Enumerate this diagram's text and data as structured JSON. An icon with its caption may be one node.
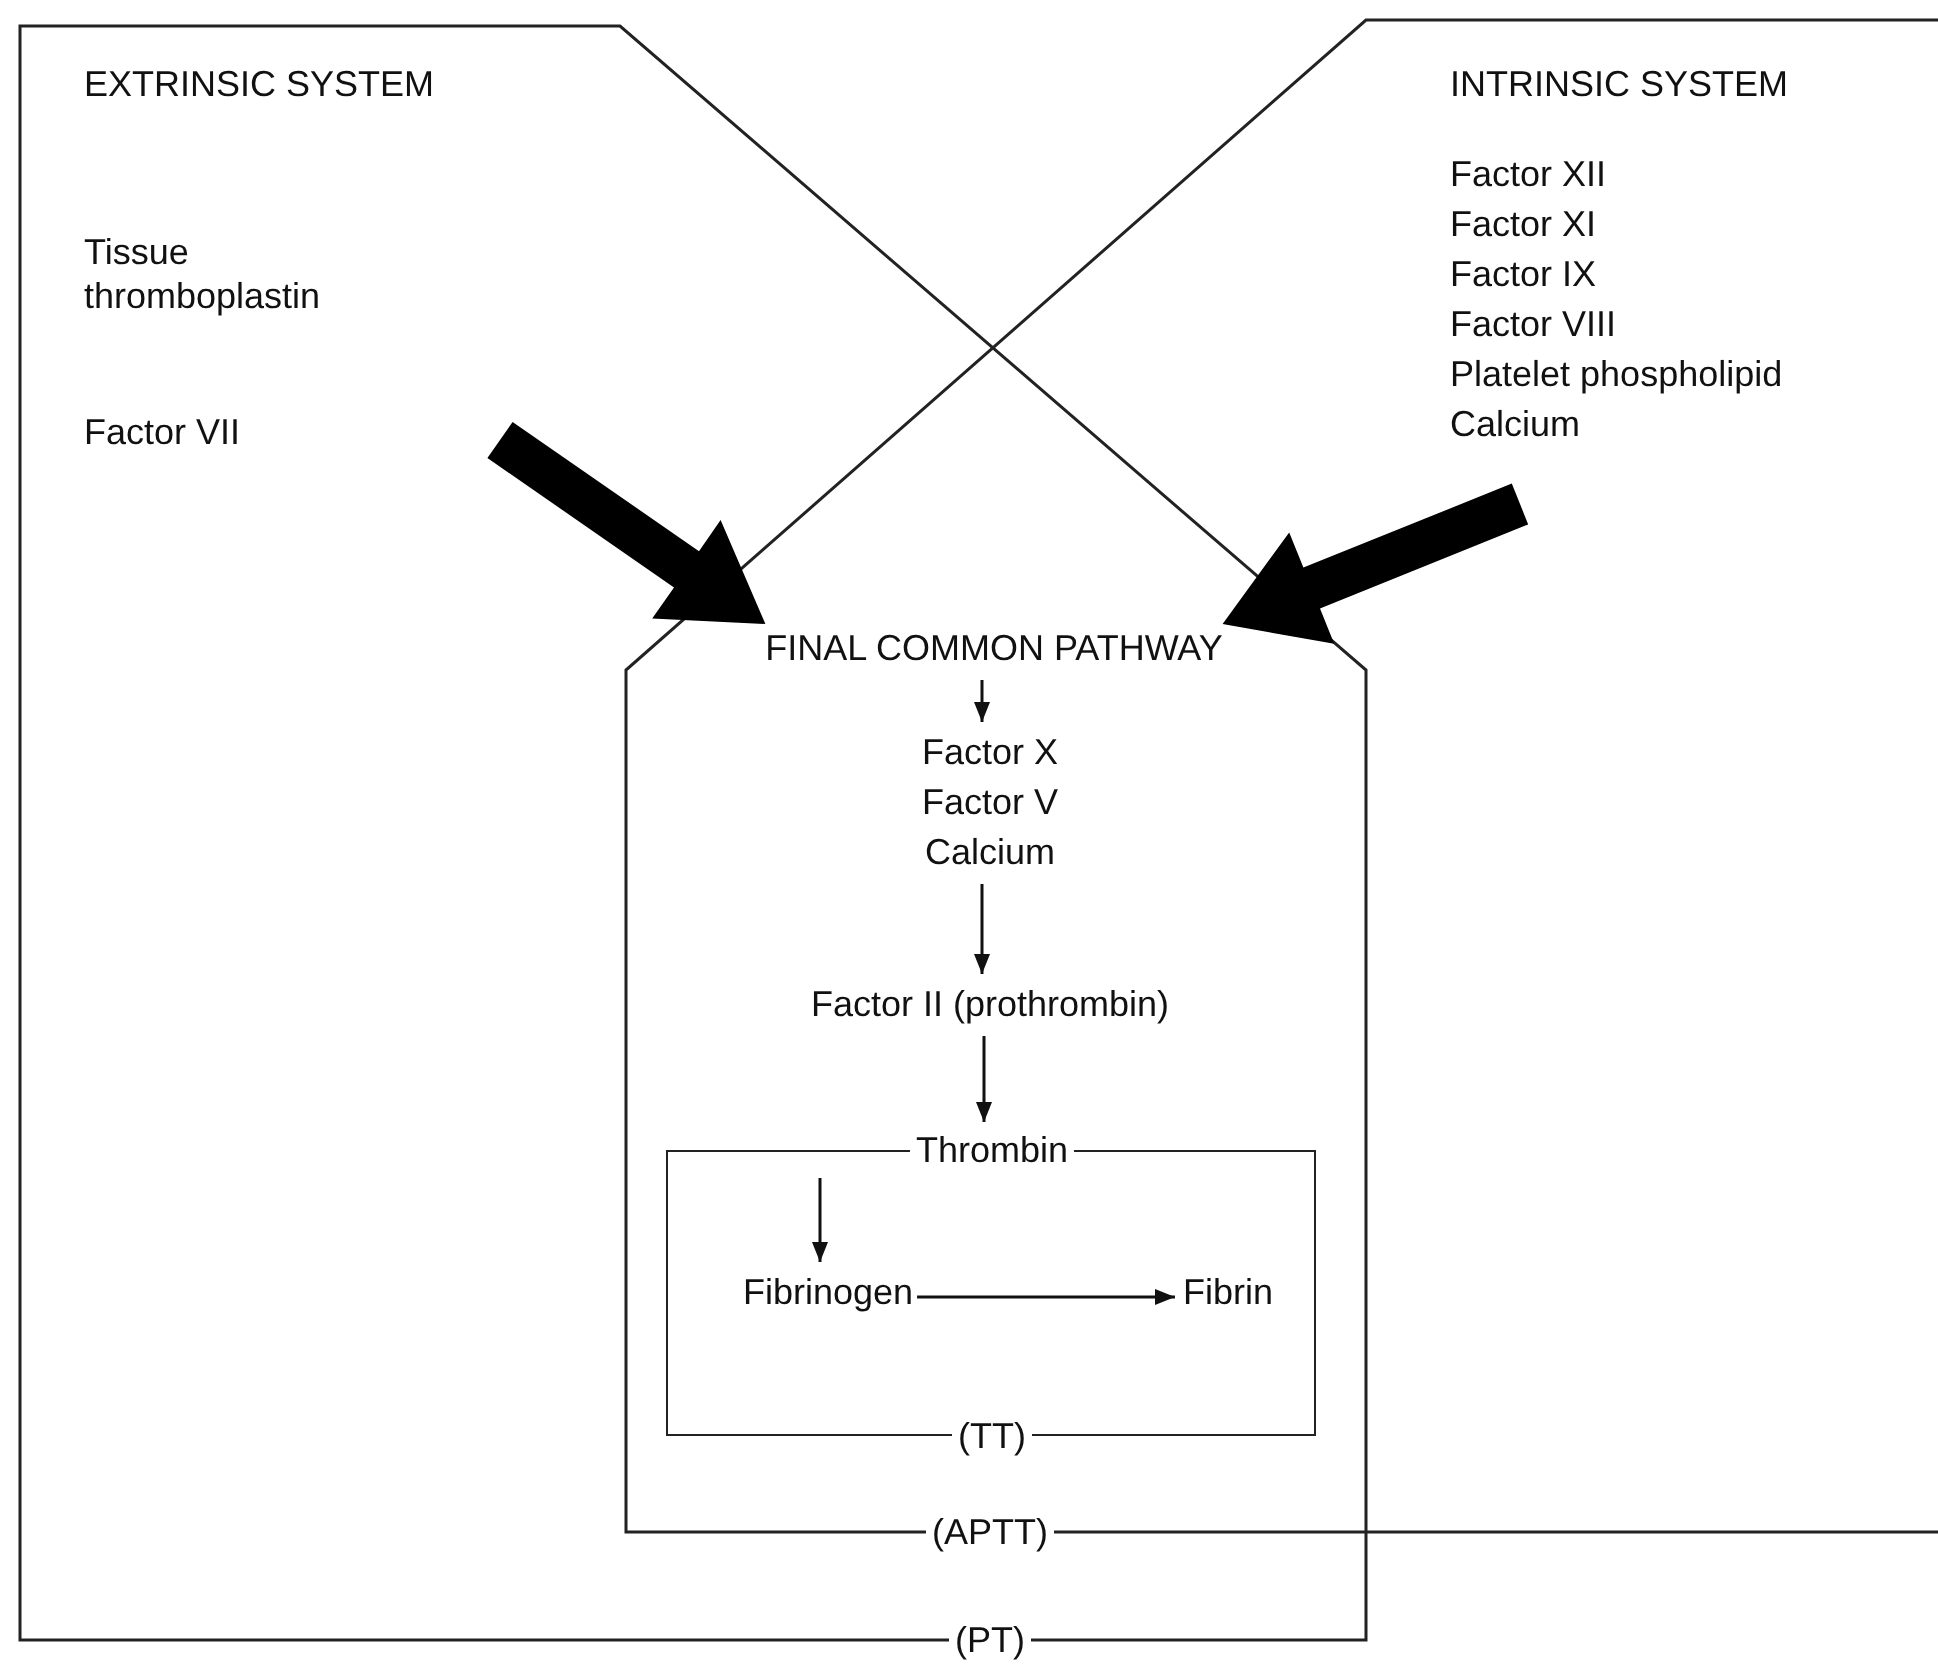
{
  "diagram": {
    "nodes": [
      {
        "text": [
          "EXTRINSIC SYSTEM",
          "Tissue thromboplastin",
          "Factor VII"
        ]
      },
      {
        "text": [
          "INTRINSIC SYSTEM",
          "Factor XII",
          "Factor XI",
          "Factor IX",
          "Factor VIII",
          "Platelet phospholipid",
          "Calcium"
        ]
      },
      {
        "text": [
          "FINAL COMMON PATHWAY"
        ]
      },
      {
        "text": [
          "Factor X",
          "Factor V",
          "Calcium"
        ]
      },
      {
        "text": [
          "Factor II (prothrombin)"
        ]
      },
      {
        "text": [
          "Thrombin",
          "(TT)"
        ]
      },
      {
        "text": [
          "Fibrinogen"
        ],
        "in": 5
      },
      {
        "text": [
          "Fibrin"
        ],
        "in": 5
      }
    ],
    "edges": [
      {
        "from": null,
        "to": 2,
        "arrow": "to",
        "style": "thick"
      },
      {
        "from": null,
        "to": 2,
        "arrow": "to",
        "style": "thick"
      },
      {
        "from": 2,
        "to": 3,
        "arrow": "to"
      },
      {
        "from": 3,
        "to": 4,
        "arrow": "to"
      },
      {
        "from": 4,
        "to": 5,
        "arrow": "to"
      },
      {
        "from": 5,
        "to": 6,
        "arrow": "to"
      },
      {
        "from": 6,
        "to": 7,
        "arrow": "to"
      }
    ],
    "labels": [
      "(APTT)",
      "(PT)"
    ]
  }
}
